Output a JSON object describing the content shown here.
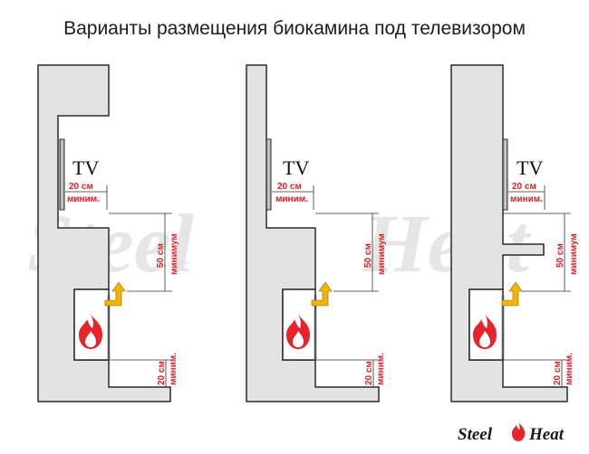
{
  "title": "Варианты размещения биокамина под телевизором",
  "tv_label": "TV",
  "dimensions": {
    "tv_offset_value": "20 см",
    "tv_offset_note": "миним.",
    "vertical_gap_value": "50 см",
    "vertical_gap_note": "минимум",
    "bottom_gap_value": "20 см",
    "bottom_gap_note": "миним."
  },
  "brand": {
    "word1": "Steel",
    "word2": "Heat"
  },
  "colors": {
    "wall": "#e3e3e3",
    "wall_stroke": "#2b2b2b",
    "dimension": "#e31e24",
    "arrow": "#f5b400",
    "flame": "#e8242b"
  }
}
